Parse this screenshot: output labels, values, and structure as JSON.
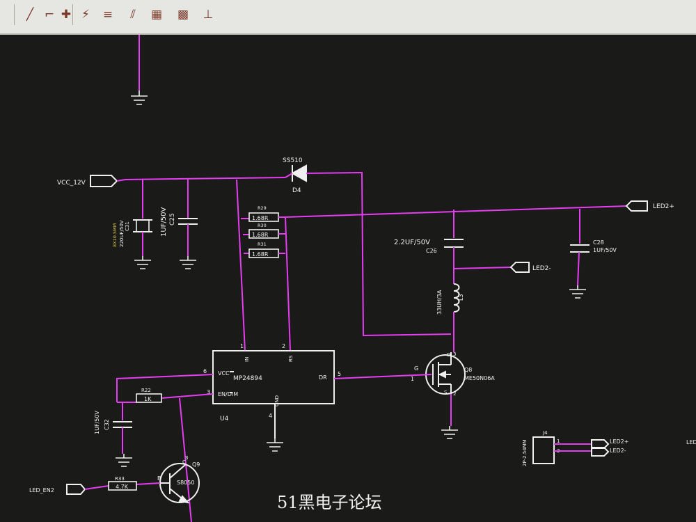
{
  "toolbar": {
    "icons": [
      "draw-line-icon",
      "draw-wire-icon",
      "add-part-icon",
      "place-power-icon",
      "place-net-label-icon",
      "place-bus-icon",
      "place-resistor-icon",
      "place-array-icon",
      "place-junction-icon"
    ]
  },
  "schematic": {
    "nets": {
      "vcc": "VCC_12V",
      "led_pos": "LED2+",
      "led_neg": "LED2-",
      "led_en": "LED_EN2",
      "conn_pos": "LED2+",
      "conn_neg": "LED2-"
    },
    "d4": {
      "ref": "D4",
      "value": "SS510"
    },
    "c31": {
      "ref": "C31",
      "value": "220UF/50V",
      "pkg": "8X10.5MM"
    },
    "c25": {
      "ref": "C25",
      "value": "1UF/50V"
    },
    "r29": {
      "ref": "R29",
      "value": "1.68R"
    },
    "r30": {
      "ref": "R30",
      "value": "1.68R"
    },
    "r31": {
      "ref": "R31",
      "value": "1.68R"
    },
    "c26": {
      "ref": "C26",
      "value": "2.2UF/50V"
    },
    "c28": {
      "ref": "C28",
      "value": "1UF/50V"
    },
    "l3": {
      "ref": "L3",
      "value": "33UH/3A"
    },
    "u4": {
      "ref": "U4",
      "value": "MP24894",
      "pins": {
        "in": "IN",
        "rs": "RS",
        "vcc": "VCC",
        "en": "EN/DIM",
        "dr": "DR",
        "gnd": "GND"
      },
      "pinnums": {
        "in": "1",
        "rs": "2",
        "vcc": "6",
        "en": "3",
        "dr": "5",
        "gnd": "4"
      }
    },
    "q8": {
      "ref": "Q8",
      "value": "ME50N06A",
      "g": "G",
      "d": "D",
      "s": "S",
      "pin_g": "1",
      "pin_d": "3",
      "pin_s": "2"
    },
    "r22": {
      "ref": "R22",
      "value": "1K"
    },
    "c32": {
      "ref": "C32",
      "value": "1UF/50V"
    },
    "q9": {
      "ref": "Q9",
      "value": "S8050",
      "b": "B",
      "c": "C",
      "pin_c": "3"
    },
    "r33": {
      "ref": "R33",
      "value": "4.7K"
    },
    "j4": {
      "ref": "J4",
      "value": "2P-2.54MM",
      "pin1": "1",
      "pin2": "2"
    },
    "edge_label": "LED"
  },
  "watermark": "51黑电子论坛",
  "colors": {
    "wire": "#e43ef0",
    "symbol": "#f0f0f0",
    "background": "#1a1a19",
    "toolbar": "#e6e6e2"
  }
}
